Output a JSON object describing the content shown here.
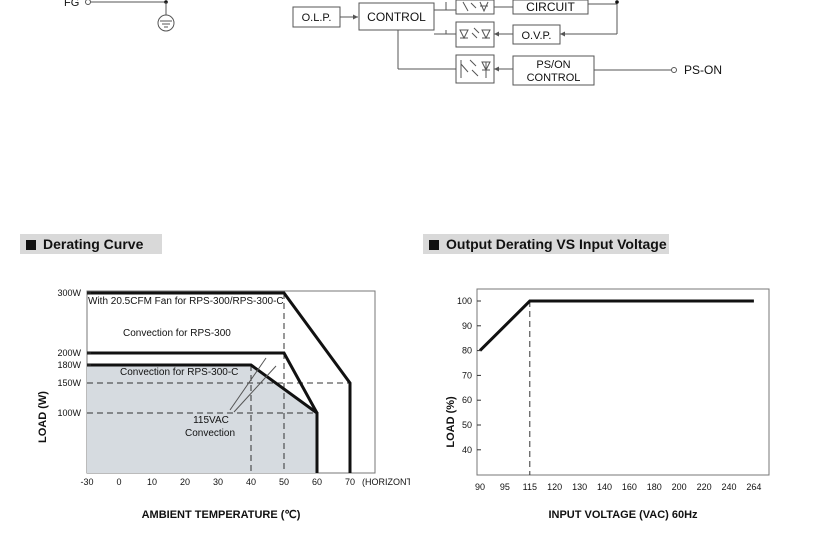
{
  "block_diagram": {
    "fg_label": "FG",
    "olp_label": "O.L.P.",
    "control_label": "CONTROL",
    "circuit_label": "CIRCUIT",
    "ovp_label": "O.V.P.",
    "pson_box_line1": "PS/ON",
    "pson_box_line2": "CONTROL",
    "pson_terminal": "PS-ON"
  },
  "sections": {
    "derating_title": "Derating Curve",
    "voltage_title": "Output Derating VS Input Voltage"
  },
  "chart_data": [
    {
      "type": "line",
      "title": "Derating Curve",
      "xlabel": "AMBIENT TEMPERATURE (℃)",
      "ylabel": "LOAD (W)",
      "x_ticks": [
        "-30",
        "0",
        "10",
        "20",
        "30",
        "40",
        "50",
        "60",
        "70"
      ],
      "x_note": "(HORIZONTAL)",
      "y_ticks": [
        "300W",
        "200W",
        "180W",
        "150W",
        "100W"
      ],
      "xlim": [
        -30,
        80
      ],
      "ylim": [
        0,
        310
      ],
      "series": [
        {
          "name": "With 20.5CFM Fan for RPS-300/RPS-300-C",
          "points": [
            [
              -30,
              300
            ],
            [
              50,
              300
            ],
            [
              70,
              150
            ],
            [
              70,
              0
            ]
          ]
        },
        {
          "name": "Convection for RPS-300",
          "points": [
            [
              -30,
              200
            ],
            [
              50,
              200
            ],
            [
              60,
              100
            ],
            [
              60,
              0
            ]
          ]
        },
        {
          "name": "Convection for RPS-300-C",
          "points": [
            [
              -30,
              180
            ],
            [
              40,
              180
            ],
            [
              60,
              100
            ],
            [
              60,
              0
            ]
          ]
        },
        {
          "name": "115VAC Convection",
          "points": [
            [
              -30,
              180
            ],
            [
              40,
              180
            ],
            [
              60,
              100
            ]
          ]
        }
      ],
      "annotations": {
        "fan": "With 20.5CFM Fan for RPS-300/RPS-300-C",
        "conv300": "Convection for RPS-300",
        "conv300c": "Convection for RPS-300-C",
        "vac_line1": "115VAC",
        "vac_line2": "Convection"
      }
    },
    {
      "type": "line",
      "title": "Output Derating VS Input Voltage",
      "xlabel": "INPUT VOLTAGE (VAC) 60Hz",
      "ylabel": "LOAD (%)",
      "categories": [
        "90",
        "95",
        "115",
        "120",
        "130",
        "140",
        "160",
        "180",
        "200",
        "220",
        "240",
        "264"
      ],
      "y_ticks": [
        "100",
        "90",
        "80",
        "70",
        "60",
        "50",
        "40"
      ],
      "ylim": [
        30,
        105
      ],
      "series": [
        {
          "name": "",
          "points": [
            [
              90,
              80
            ],
            [
              115,
              100
            ],
            [
              264,
              100
            ]
          ]
        }
      ]
    }
  ]
}
